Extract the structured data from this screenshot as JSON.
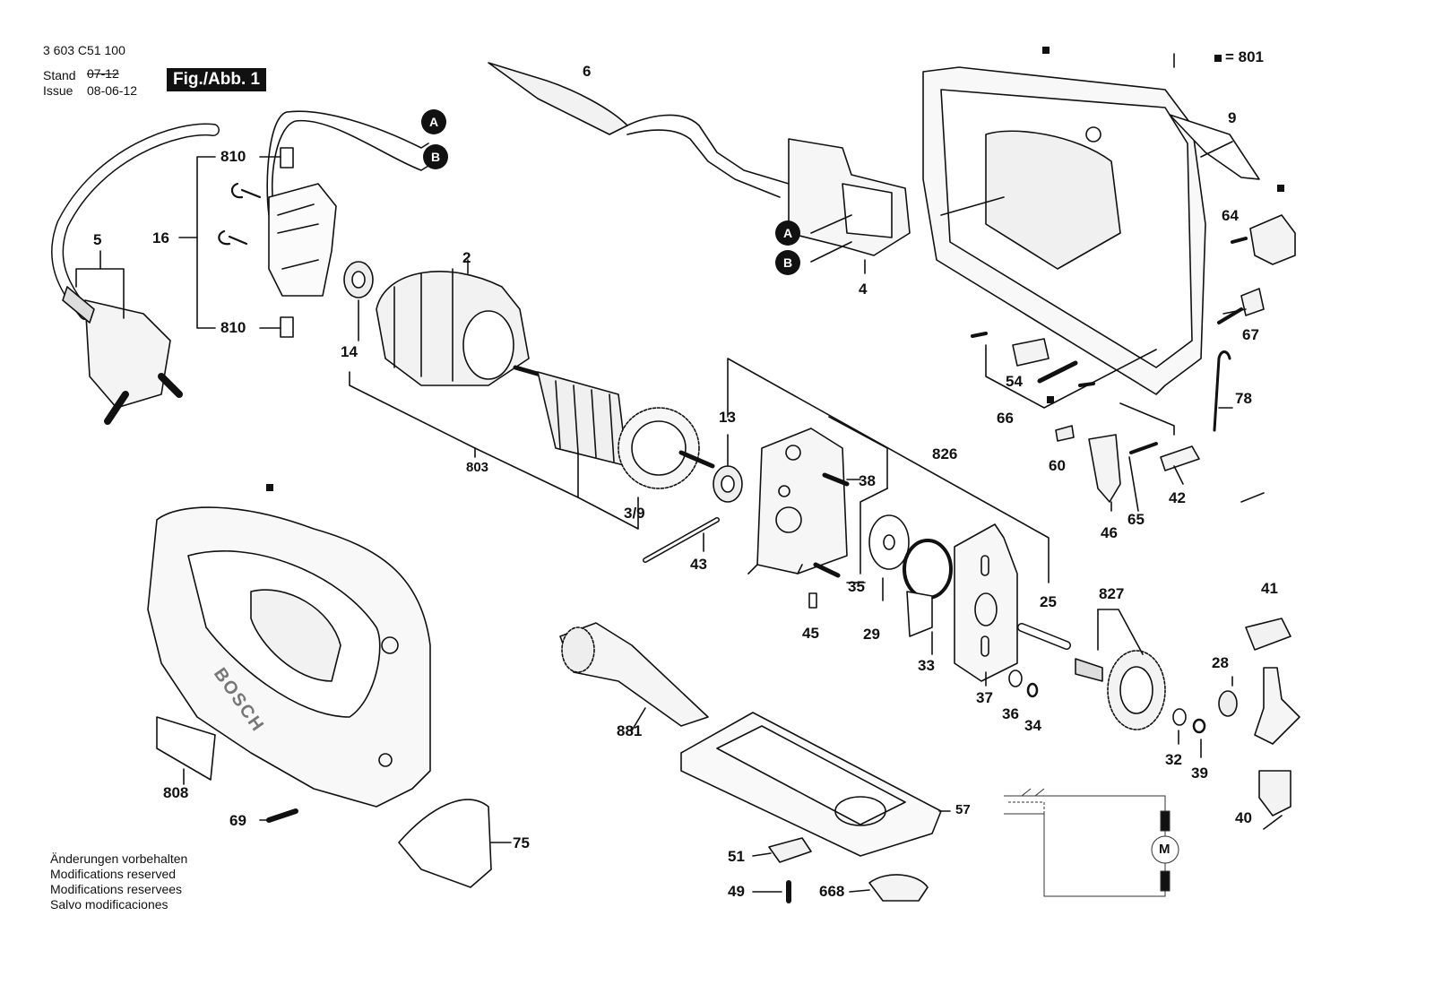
{
  "header": {
    "doc_number": "3 603 C51 100",
    "stand_label": "Stand",
    "stand_value_struck": "07-12",
    "issue_label": "Issue",
    "issue_value": "08-06-12",
    "figure_tag": "Fig./Abb. 1"
  },
  "legend": {
    "marker_text": "= 801"
  },
  "connectors": [
    "A",
    "B"
  ],
  "part_labels": {
    "p2": "2",
    "p4": "4",
    "p5": "5",
    "p6": "6",
    "p9": "9",
    "p13": "13",
    "p14": "14",
    "p16": "16",
    "p25": "25",
    "p28": "28",
    "p29": "29",
    "p32": "32",
    "p33": "33",
    "p34": "34",
    "p35": "35",
    "p36": "36",
    "p37": "37",
    "p38": "38",
    "p39": "39",
    "p40": "40",
    "p41": "41",
    "p42": "42",
    "p43": "43",
    "p45": "45",
    "p46": "46",
    "p49": "49",
    "p51": "51",
    "p54": "54",
    "p57": "57",
    "p60": "60",
    "p64": "64",
    "p65": "65",
    "p66": "66",
    "p67": "67",
    "p69": "69",
    "p75": "75",
    "p78": "78",
    "p39b": "3/9",
    "p803": "803",
    "p808": "808",
    "p810a": "810",
    "p810b": "810",
    "p826": "826",
    "p827": "827",
    "p881": "881",
    "p668": "668"
  },
  "brand_on_housing": "BOSCH",
  "motor_symbol": "M",
  "footer_notes": [
    "Änderungen vorbehalten",
    "Modifications reserved",
    "Modifications reservees",
    "Salvo modificaciones"
  ]
}
